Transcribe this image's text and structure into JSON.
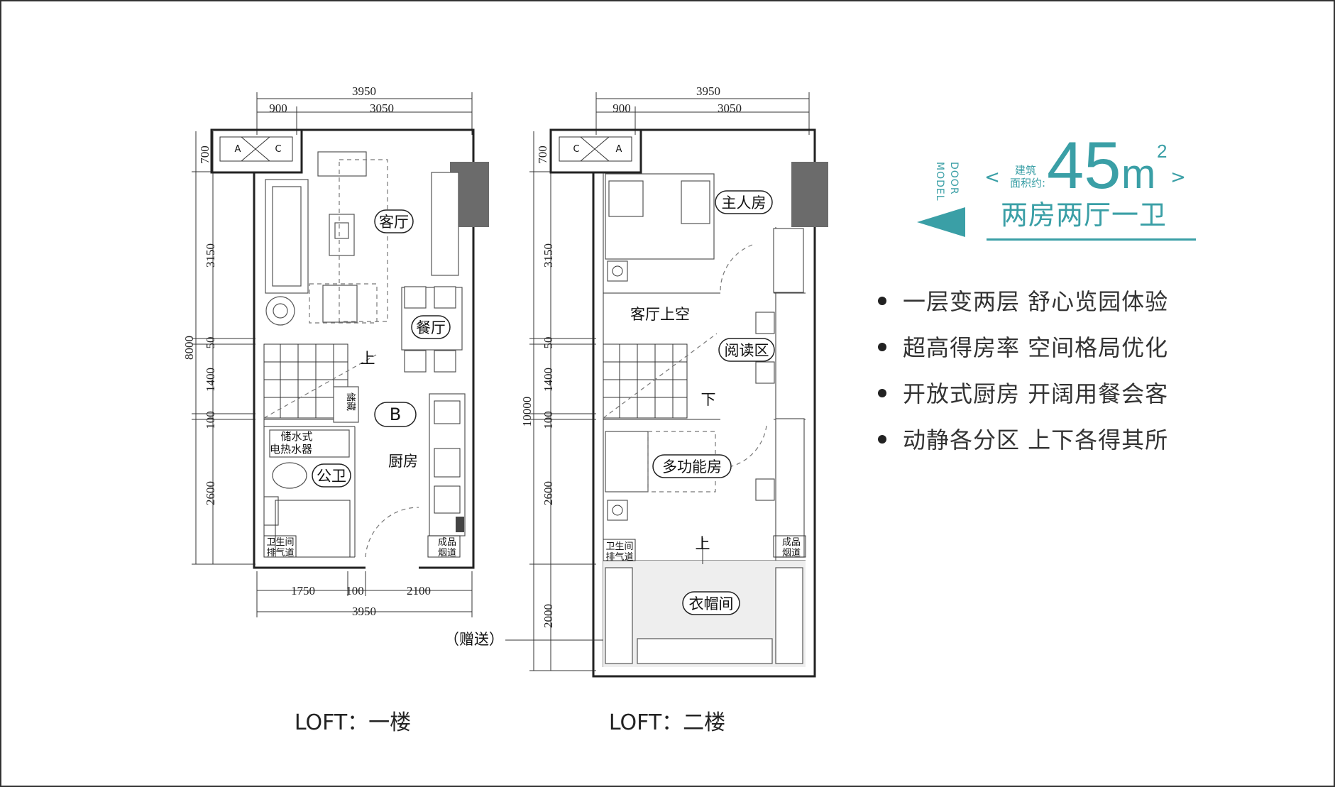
{
  "floor1": {
    "caption": "LOFT：一楼",
    "dims": {
      "top_total": "3950",
      "top_left": "900",
      "top_right": "3050",
      "left_700": "700",
      "left_3150": "3150",
      "left_50": "50",
      "left_1400": "1400",
      "left_100": "100",
      "left_2600": "2600",
      "left_total": "8000",
      "bottom_1750": "1750",
      "bottom_100": "100",
      "bottom_2100": "2100",
      "bottom_total": "3950"
    },
    "rooms": {
      "living": "客厅",
      "dining": "餐厅",
      "unit": "B",
      "kitchen": "厨房",
      "bath": "公卫",
      "heater_1": "储水式",
      "heater_2": "电热水器",
      "vent_1": "卫生间",
      "vent_2": "排气道",
      "flue_1": "成品",
      "flue_2": "烟道",
      "up": "上",
      "storage": "储藏",
      "ac_a": "A",
      "ac_c": "C"
    }
  },
  "floor2": {
    "caption": "LOFT：二楼",
    "gift": "（赠送）",
    "dims": {
      "top_total": "3950",
      "top_left": "900",
      "top_right": "3050",
      "left_700": "700",
      "left_3150": "3150",
      "left_50": "50",
      "left_1400": "1400",
      "left_100": "100",
      "left_2600": "2600",
      "left_2000": "2000",
      "left_total": "10000"
    },
    "rooms": {
      "master": "主人房",
      "void": "客厅上空",
      "reading": "阅读区",
      "down": "下",
      "multi": "多功能房",
      "up": "上",
      "cloak": "衣帽间",
      "vent_1": "卫生间",
      "vent_2": "排气道",
      "flue_1": "成品",
      "flue_2": "烟道",
      "ac_a": "A",
      "ac_c": "C"
    }
  },
  "badge": {
    "door_line1": "DOOR",
    "door_line2": "MODEL",
    "area_label_1": "建筑",
    "area_label_2": "面积约:",
    "area_value": "45",
    "area_unit": "m",
    "area_sup": "2",
    "bracket_left": "<",
    "bracket_right": ">",
    "layout": "两房两厅一卫",
    "color": "#3a9fa6"
  },
  "features": [
    "一层变两层 舒心览园体验",
    "超高得房率 空间格局优化",
    "开放式厨房 开阔用餐会客",
    "动静各分区 上下各得其所"
  ]
}
